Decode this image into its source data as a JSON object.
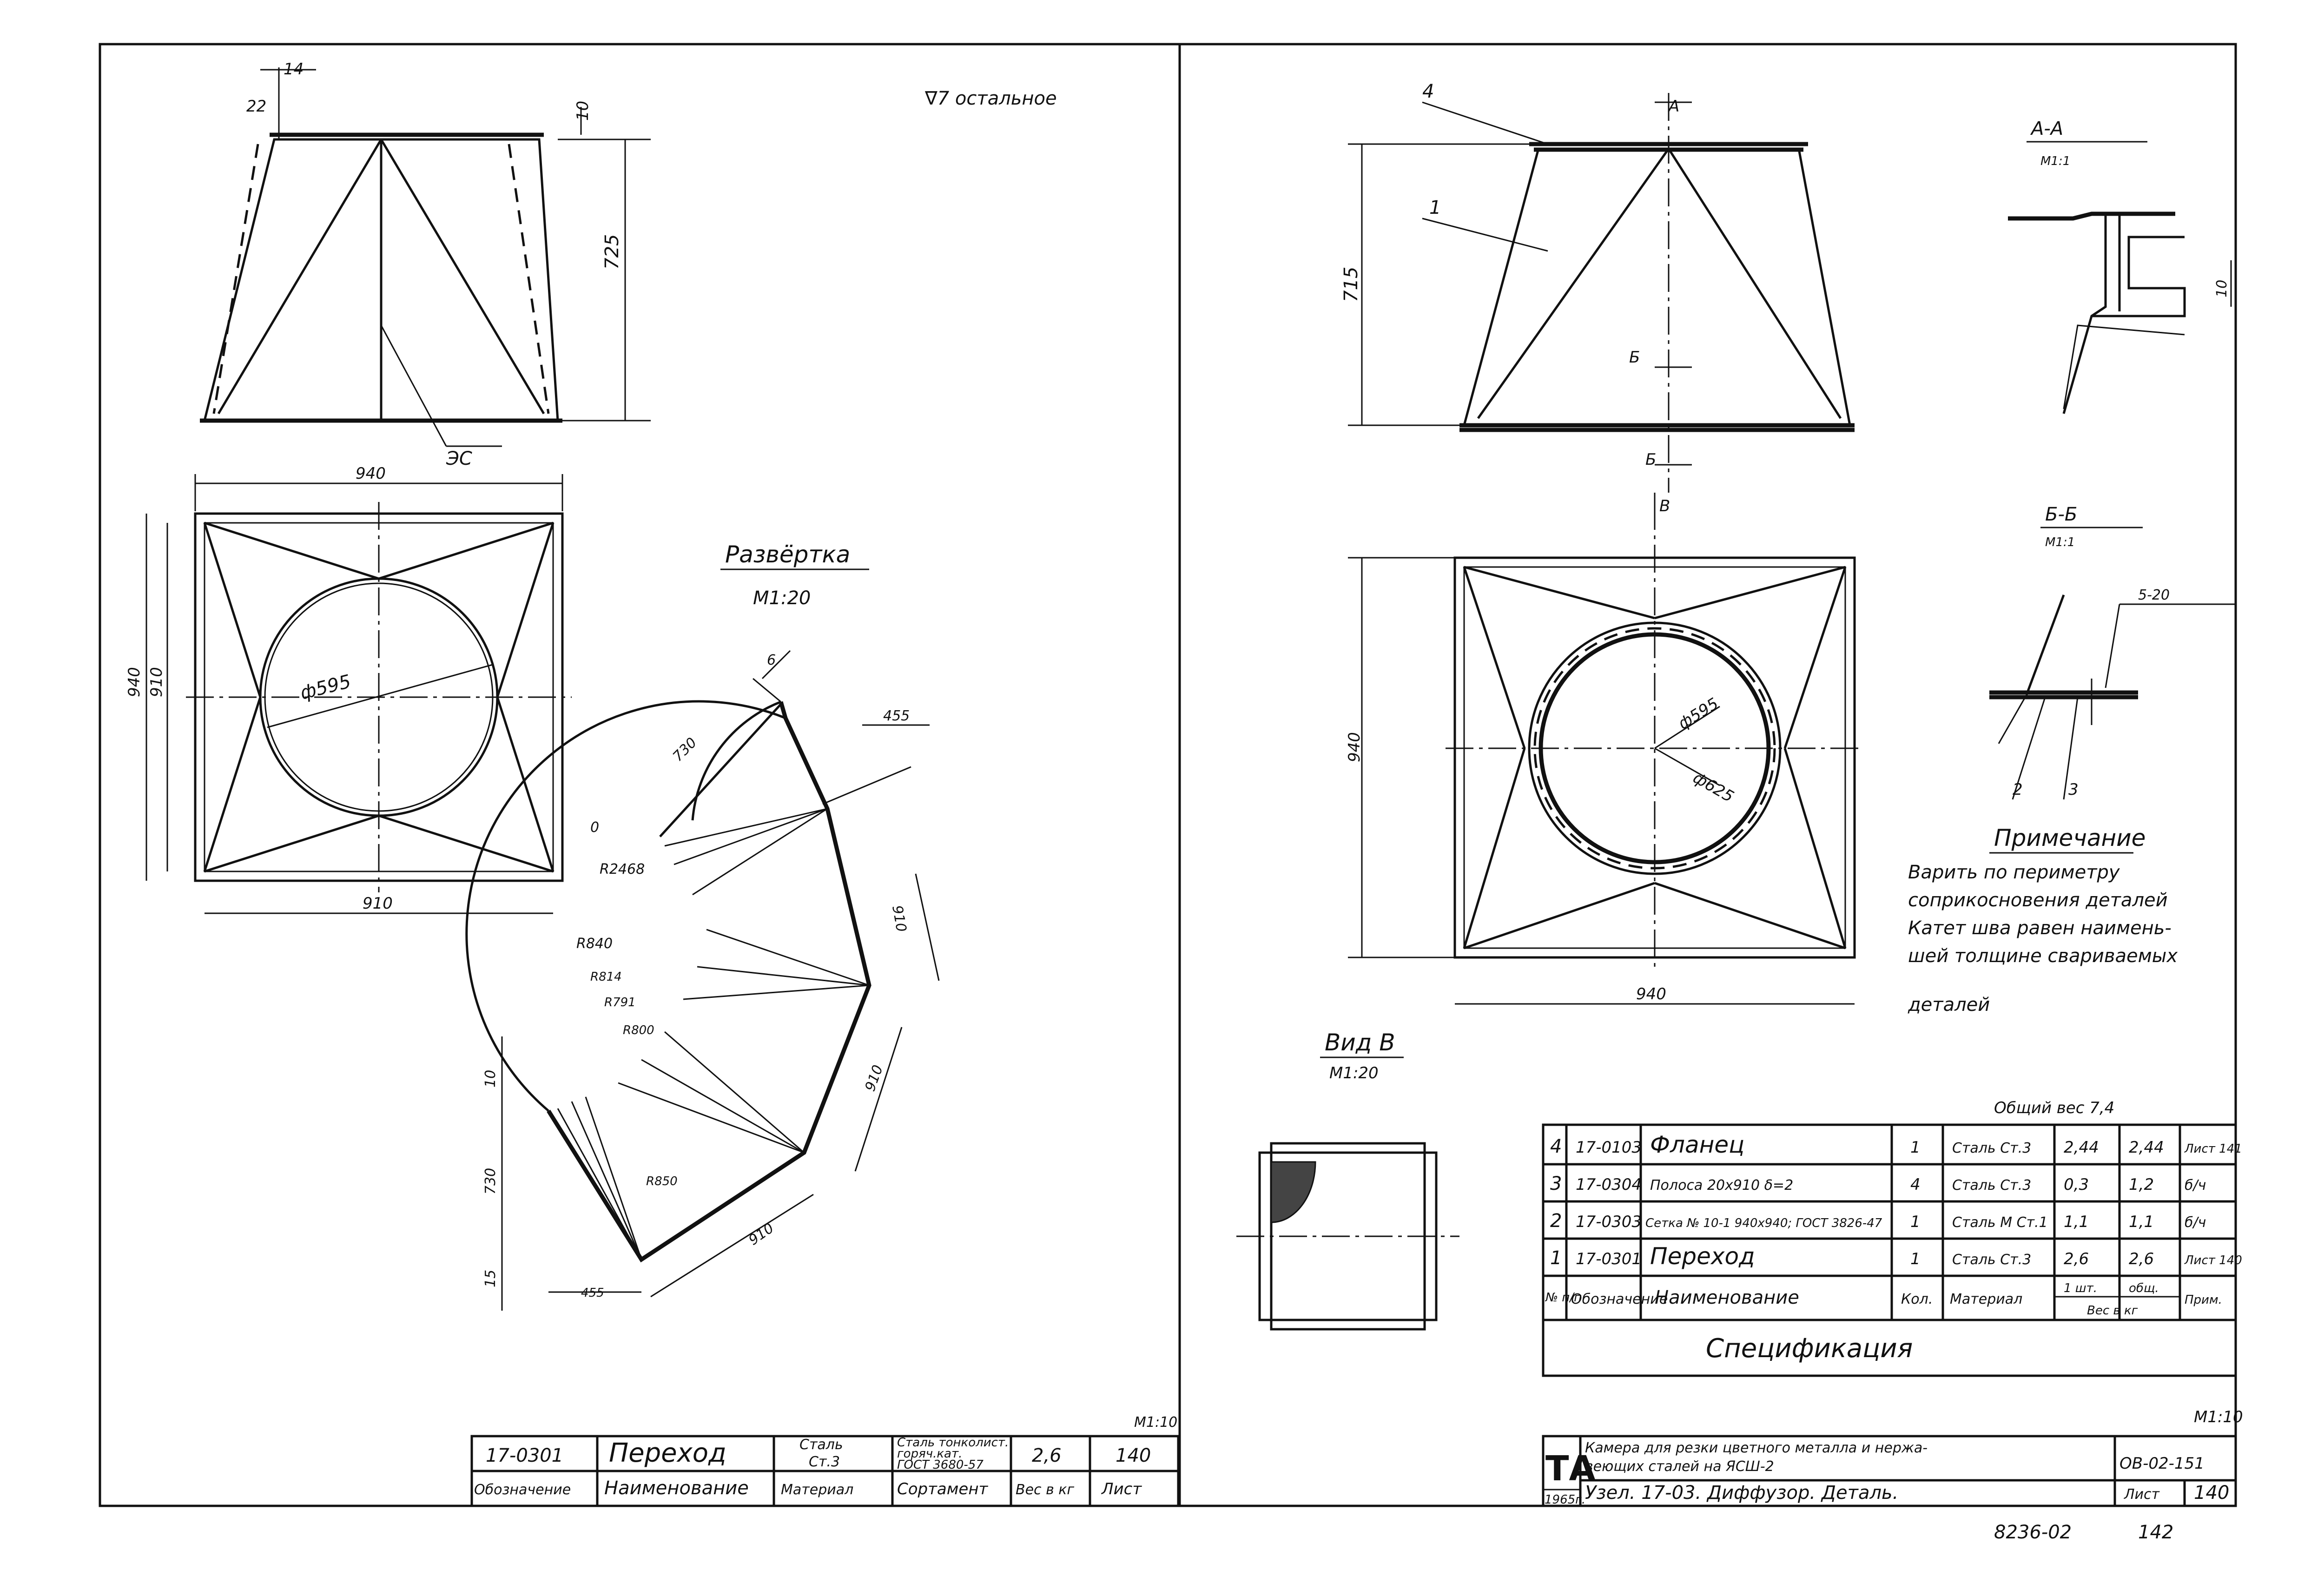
{
  "sheet": {
    "finish_note": "∇7 остальное",
    "left_scale": "М1:10",
    "right_scale": "М1:10",
    "sheet_no": "142",
    "doc_code": "8236-02"
  },
  "left_views": {
    "front_dims": {
      "d14": "14",
      "d22": "22",
      "d10": "10",
      "d725": "725",
      "weld_label": "ЭС"
    },
    "plan_dims": {
      "w940": "940",
      "h940": "940",
      "h910": "910",
      "w910": "910",
      "dia": "ф595"
    },
    "development": {
      "title": "Развёртка",
      "scale": "М1:20",
      "dims": {
        "d6": "6",
        "d730a": "730",
        "d455": "455",
        "d0": "0",
        "r2468": "R2468",
        "d910a": "910",
        "r840": "R840",
        "r814": "R814",
        "r791": "R791",
        "r800": "R800",
        "d910b": "910",
        "d10": "10",
        "d730b": "730",
        "d15": "15",
        "d455b": "455",
        "r850": "R850",
        "d910c": "910"
      }
    }
  },
  "left_title_block": {
    "code": "17-0301",
    "name": "Переход",
    "material_1": "Сталь",
    "material_2": "Ст.3",
    "assortment_1": "Сталь тонколист.",
    "assortment_2": "горяч.кат.",
    "assortment_3": "ГОСТ 3680-57",
    "weight": "2,6",
    "sheet": "140",
    "h_code": "Обозначение",
    "h_name": "Наименование",
    "h_mat": "Материал",
    "h_assort": "Сортамент",
    "h_weight": "Вес в кг",
    "h_sheet": "Лист"
  },
  "right_views": {
    "elev_dims": {
      "d715": "715",
      "pos4": "4",
      "pos1": "1",
      "secA": "А",
      "secB": "Б"
    },
    "section_aa": {
      "title": "А-А",
      "scale": "М1:1",
      "dim10": "10"
    },
    "section_bb": {
      "title": "Б-Б",
      "scale": "М1:1",
      "weld": "5-20",
      "pos2": "2",
      "pos3": "3"
    },
    "plan": {
      "w940": "940",
      "h940": "940",
      "d595": "ф595",
      "d625": "ф625",
      "view": "В"
    },
    "view_b": {
      "title": "Вид В",
      "scale": "М1:20"
    }
  },
  "note": {
    "title": "Примечание",
    "lines": [
      "Варить по периметру",
      "соприкосновения деталей",
      "Катет шва равен наимень-",
      "шей толщине свариваемых",
      "деталей"
    ]
  },
  "spec": {
    "total_weight": "Общий вес 7,4",
    "title": "Спецификация",
    "rows": [
      {
        "n": "4",
        "code": "17-0103",
        "name": "Фланец",
        "qty": "1",
        "mat": "Сталь Ст.3",
        "w1": "2,44",
        "w2": "2,44",
        "note": "Лист 141"
      },
      {
        "n": "3",
        "code": "17-0304",
        "name": "Полоса 20х910 δ=2",
        "qty": "4",
        "mat": "Сталь Ст.3",
        "w1": "0,3",
        "w2": "1,2",
        "note": "б/ч"
      },
      {
        "n": "2",
        "code": "17-0303",
        "name": "Сетка № 10-1 940х940; ГОСТ 3826-47",
        "qty": "1",
        "mat": "Сталь М Ст.1",
        "w1": "1,1",
        "w2": "1,1",
        "note": "б/ч"
      },
      {
        "n": "1",
        "code": "17-0301",
        "name": "Переход",
        "qty": "1",
        "mat": "Сталь Ст.3",
        "w1": "2,6",
        "w2": "2,6",
        "note": "Лист 140"
      }
    ],
    "headers": {
      "n": "№ п/п",
      "code": "Обозначение",
      "name": "Наименование",
      "qty": "Кол.",
      "mat": "Материал",
      "w1": "1 шт.",
      "w2": "общ.",
      "wt": "Вес в кг",
      "note": "Прим."
    }
  },
  "right_title_block": {
    "logo": "ТА",
    "year": "1965г.",
    "desc_1": "Камера для резки цветного металла и нержа-",
    "desc_2": "веющих сталей на ЯСШ-2",
    "desc_3": "Узел. 17-03. Диффузор. Деталь.",
    "doc": "ОВ-02-151",
    "sheet_label": "Лист",
    "sheet": "140"
  }
}
